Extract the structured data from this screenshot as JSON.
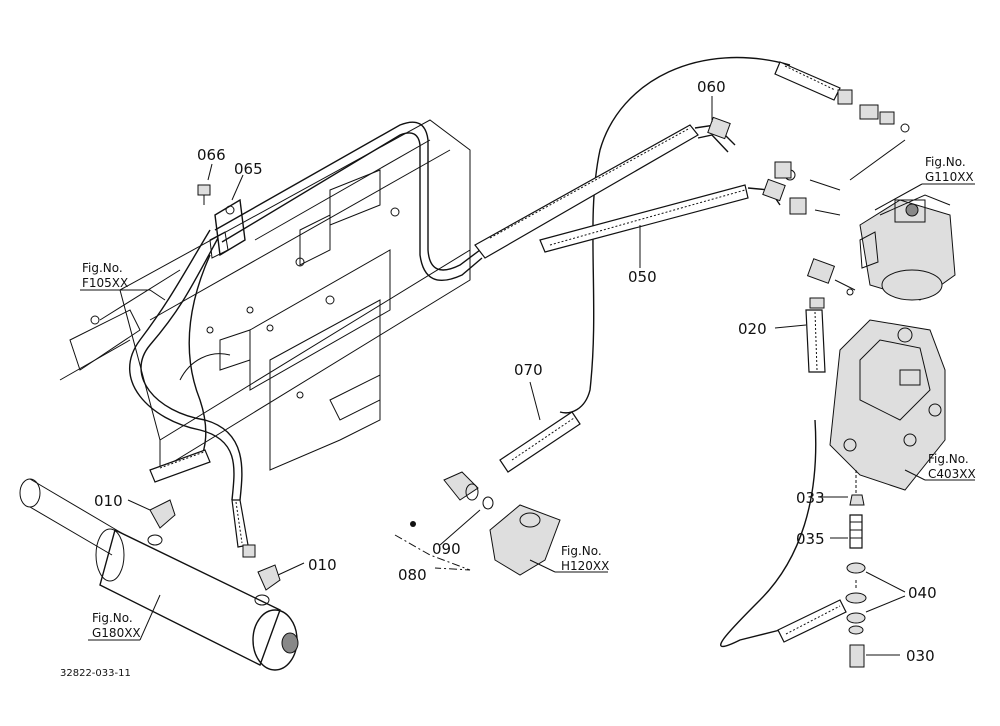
{
  "diagram": {
    "part_labels": [
      "066",
      "065",
      "060",
      "050",
      "020",
      "070",
      "010",
      "010",
      "090",
      "080",
      "033",
      "035",
      "040",
      "030"
    ],
    "figure_refs": {
      "f105": {
        "line1": "Fig.No.",
        "line2": "F105XX"
      },
      "g110": {
        "line1": "Fig.No.",
        "line2": "G110XX"
      },
      "c403": {
        "line1": "Fig.No.",
        "line2": "C403XX"
      },
      "h120": {
        "line1": "Fig.No.",
        "line2": "H120XX"
      },
      "g180": {
        "line1": "Fig.No.",
        "line2": "G180XX"
      }
    },
    "drawing_code": "32822-033-11"
  }
}
